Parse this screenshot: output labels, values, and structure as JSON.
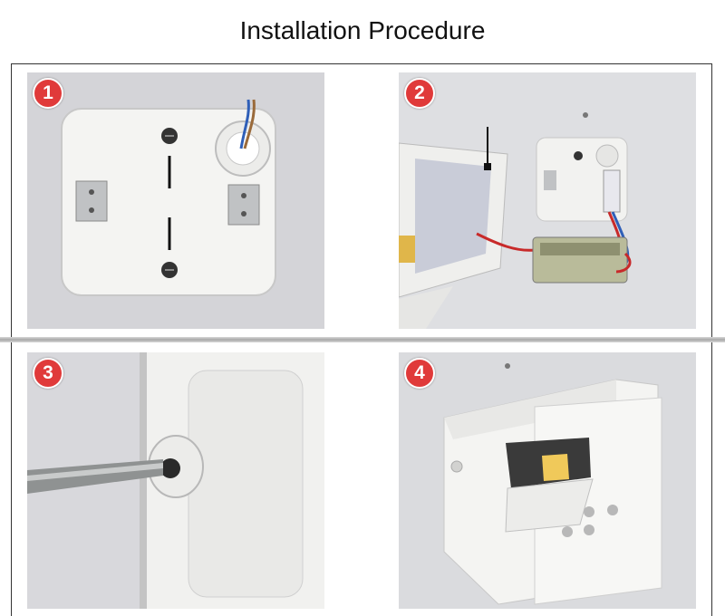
{
  "title": "Installation Procedure",
  "steps": [
    {
      "number": "1"
    },
    {
      "number": "2"
    },
    {
      "number": "3"
    },
    {
      "number": "4"
    }
  ],
  "colors": {
    "badge": "#e03a3a",
    "frame": "#333333",
    "fixture": "#f2f2f0",
    "wall": "#dcdcde"
  }
}
